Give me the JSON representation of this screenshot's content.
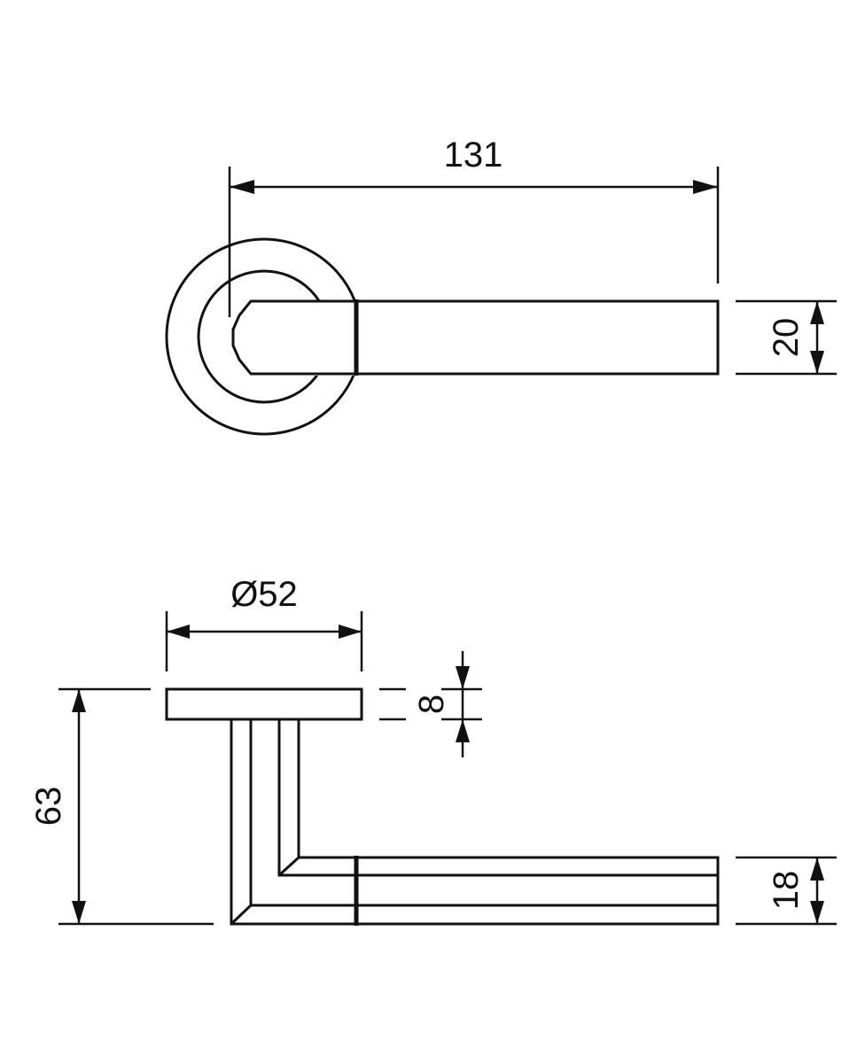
{
  "drawing": {
    "top_view": {
      "length_label": "131",
      "width_label": "20"
    },
    "side_view": {
      "rose_diameter_label": "Ø52",
      "rose_thickness_label": "8",
      "height_label": "63",
      "lever_thickness_label": "18"
    }
  },
  "colors": {
    "line": "#111111",
    "background": "#ffffff"
  }
}
